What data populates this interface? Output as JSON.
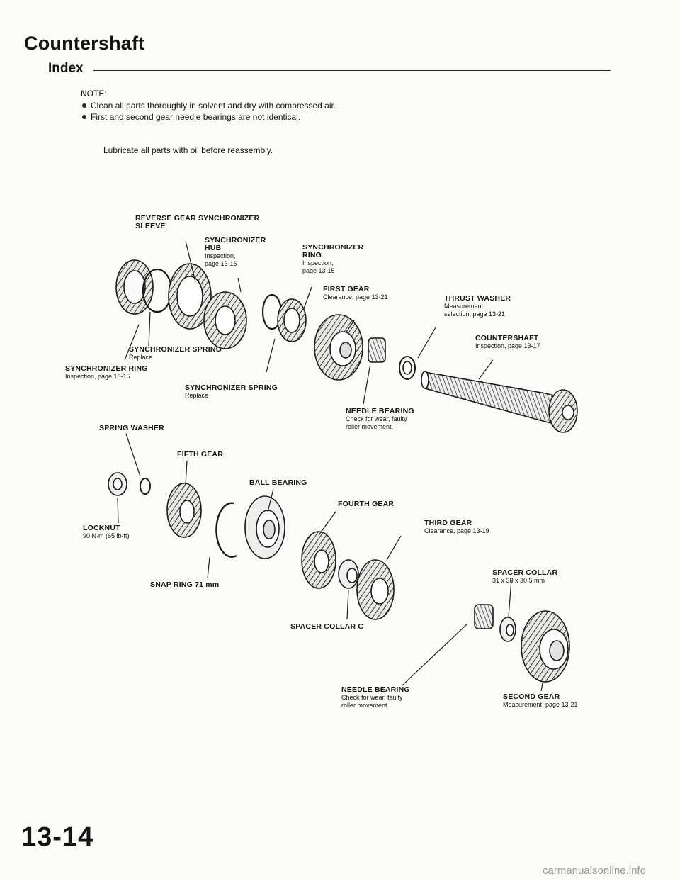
{
  "header": {
    "title": "Countershaft",
    "subtitle": "Index"
  },
  "notes": {
    "label": "NOTE:",
    "items": [
      "Clean all parts thoroughly in solvent and dry with compressed air.",
      "First and second gear needle bearings are not identical."
    ],
    "lubricate": "Lubricate all parts with oil before reassembly."
  },
  "labels": {
    "reverse_sleeve": {
      "name_line1": "REVERSE GEAR SYNCHRONIZER",
      "name_line2": "SLEEVE"
    },
    "synchro_hub": {
      "name": "SYNCHRONIZER",
      "name2": "HUB",
      "detail1": "Inspection,",
      "detail2": "page 13-16"
    },
    "synchro_ring_upper": {
      "name": "SYNCHRONIZER",
      "name2": "RING",
      "detail1": "Inspection,",
      "detail2": "page 13-15"
    },
    "first_gear": {
      "name": "FIRST GEAR",
      "detail": "Clearance, page 13-21"
    },
    "thrust_washer": {
      "name": "THRUST WASHER",
      "detail1": "Measurement,",
      "detail2": "selection, page 13-21"
    },
    "countershaft": {
      "name": "COUNTERSHAFT",
      "detail": "Inspection, page 13-17"
    },
    "synchro_spring_left": {
      "name": "SYNCHRONIZER SPRING",
      "detail": "Replace"
    },
    "synchro_ring_left": {
      "name": "SYNCHRONIZER RING",
      "detail": "Inspection, page 13-15"
    },
    "synchro_spring_center": {
      "name": "SYNCHRONIZER SPRING",
      "detail": "Replace"
    },
    "needle_bearing_upper": {
      "name": "NEEDLE BEARING",
      "detail1": "Check for wear, faulty",
      "detail2": "roller movement."
    },
    "spring_washer": {
      "name": "SPRING WASHER"
    },
    "fifth_gear": {
      "name": "FIFTH GEAR"
    },
    "ball_bearing": {
      "name": "BALL BEARING"
    },
    "fourth_gear": {
      "name": "FOURTH GEAR"
    },
    "third_gear": {
      "name": "THIRD GEAR",
      "detail": "Clearance, page 13-19"
    },
    "locknut": {
      "name": "LOCKNUT",
      "detail": "90 N·m (65 lb-ft)"
    },
    "snap_ring": {
      "name": "SNAP RING 71 mm"
    },
    "spacer_collar": {
      "name": "SPACER COLLAR",
      "detail": "31 x 38 x 30.5 mm"
    },
    "spacer_collar_c": {
      "name": "SPACER COLLAR C"
    },
    "needle_bearing_lower": {
      "name": "NEEDLE BEARING",
      "detail1": "Check for wear, faulty",
      "detail2": "roller movement."
    },
    "second_gear": {
      "name": "SECOND GEAR",
      "detail": "Measurement, page 13-21"
    }
  },
  "footer": {
    "page_number": "13-14",
    "watermark": "carmanualsonline.info"
  }
}
